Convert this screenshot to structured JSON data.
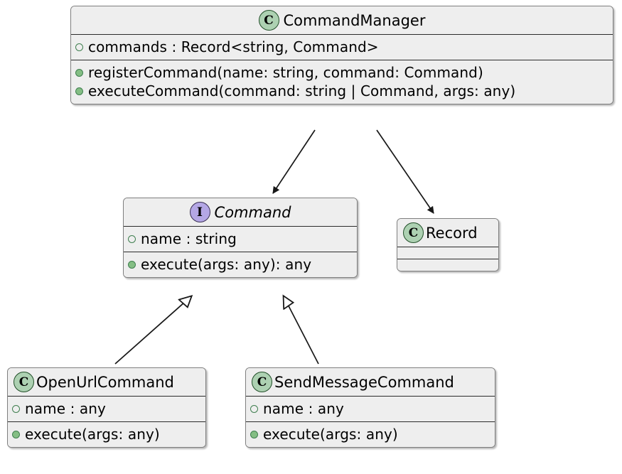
{
  "diagram": {
    "kind": "uml-class-diagram",
    "background": "#FFFFFF",
    "colors": {
      "class_icon_fill": "#ADD1B2",
      "class_icon_border": "#23502A",
      "interface_icon_fill": "#B4A7E5",
      "interface_icon_border": "#3A3054",
      "box_fill": "#EEEEEE",
      "box_border": "#7F7F7F",
      "field_marker": "#3F7F4F",
      "method_marker": "#84BE84",
      "edge_color": "#181818"
    }
  },
  "nodes": {
    "command_manager": {
      "icon_letter": "C",
      "icon_kind": "class-icon",
      "name": "CommandManager",
      "italic": false,
      "fields": [
        {
          "marker": "field",
          "text": "commands : Record<string, Command>"
        }
      ],
      "methods": [
        {
          "marker": "method",
          "text": "registerCommand(name: string, command: Command)"
        },
        {
          "marker": "method",
          "text": "executeCommand(command: string | Command, args: any)"
        }
      ]
    },
    "command": {
      "icon_letter": "I",
      "icon_kind": "interface-icon",
      "name": "Command",
      "italic": true,
      "fields": [
        {
          "marker": "field",
          "text": "name : string"
        }
      ],
      "methods": [
        {
          "marker": "method",
          "text": "execute(args: any): any"
        }
      ]
    },
    "record": {
      "icon_letter": "C",
      "icon_kind": "class-icon",
      "name": "Record",
      "italic": false,
      "fields": [],
      "methods": []
    },
    "open_url_command": {
      "icon_letter": "C",
      "icon_kind": "class-icon",
      "name": "OpenUrlCommand",
      "italic": false,
      "fields": [
        {
          "marker": "field",
          "text": "name : any"
        }
      ],
      "methods": [
        {
          "marker": "method",
          "text": "execute(args: any)"
        }
      ]
    },
    "send_message_command": {
      "icon_letter": "C",
      "icon_kind": "class-icon",
      "name": "SendMessageCommand",
      "italic": false,
      "fields": [
        {
          "marker": "field",
          "text": "name : any"
        }
      ],
      "methods": [
        {
          "marker": "method",
          "text": "execute(args: any)"
        }
      ]
    }
  },
  "edges": [
    {
      "id": "manager-uses-command",
      "from": "CommandManager",
      "to": "Command",
      "arrow": "filled-arrowhead",
      "style": "solid"
    },
    {
      "id": "manager-uses-record",
      "from": "CommandManager",
      "to": "Record",
      "arrow": "filled-arrowhead",
      "style": "solid"
    },
    {
      "id": "openurl-implements-command",
      "from": "OpenUrlCommand",
      "to": "Command",
      "arrow": "hollow-triangle",
      "style": "solid"
    },
    {
      "id": "sendmessage-implements-command",
      "from": "SendMessageCommand",
      "to": "Command",
      "arrow": "hollow-triangle",
      "style": "solid"
    }
  ]
}
